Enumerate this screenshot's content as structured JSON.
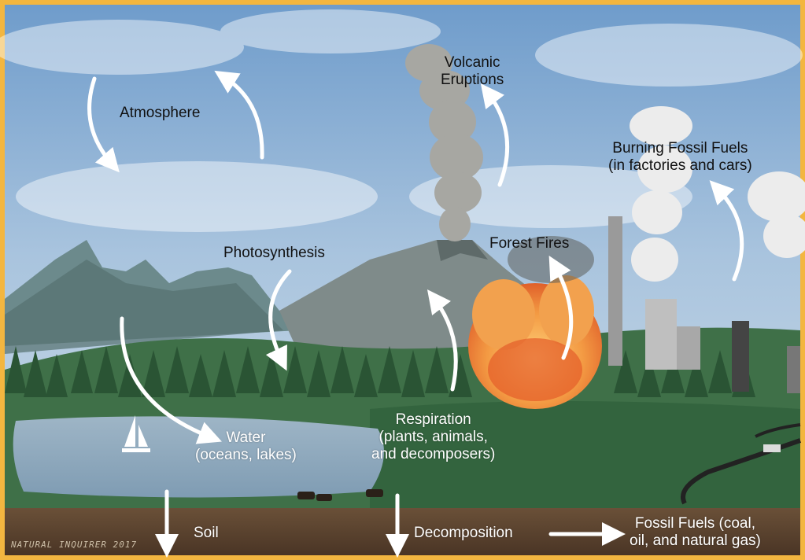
{
  "labels": {
    "atmosphere": "Atmosphere",
    "volcanic": "Volcanic\nEruptions",
    "burning": "Burning Fossil Fuels\n(in factories and cars)",
    "photosynthesis": "Photosynthesis",
    "forest_fires": "Forest Fires",
    "respiration": "Respiration\n(plants, animals,\nand decomposers)",
    "water": "Water\n(oceans, lakes)",
    "soil": "Soil",
    "decomposition": "Decomposition",
    "fossil_fuels": "Fossil Fuels (coal,\noil, and natural gas)"
  },
  "credit": "NATURAL INQUIRER 2017",
  "colors": {
    "frame": "#f3b640",
    "sky": "#7fa8cf",
    "soil": "#5b4330",
    "forest": "#2f5e3a",
    "fire": "#f08a33"
  }
}
